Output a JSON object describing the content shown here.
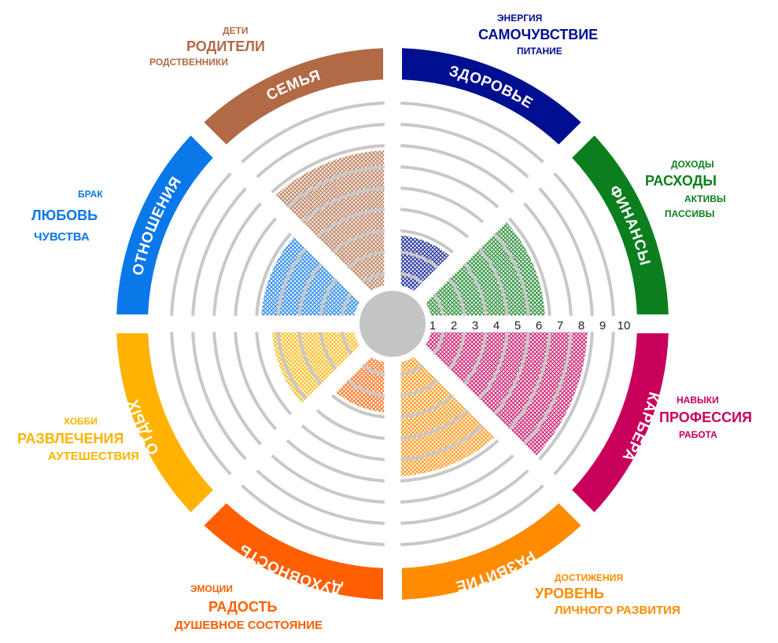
{
  "title": "Колесо жизненного баланса",
  "center_color": "#c4c4c4",
  "ring_color": "#c8c8c8",
  "scale": {
    "min": 1,
    "max": 10,
    "labels": [
      "1",
      "2",
      "3",
      "4",
      "5",
      "6",
      "7",
      "8",
      "9",
      "10"
    ]
  },
  "chart_data": {
    "type": "polar-area",
    "scale_range": [
      0,
      10
    ],
    "categories": [
      "ЗДОРОВЬЕ",
      "ФИНАНСЫ",
      "КАРЬЕРА",
      "РАЗВИТИЕ",
      "ДУХОВНОСТЬ",
      "ОТДЫХ",
      "ОТНОШЕНИЯ",
      "СЕМЬЯ"
    ],
    "values": [
      4,
      7,
      9,
      7,
      4,
      5.5,
      6,
      8
    ]
  },
  "sectors": [
    {
      "id": "health",
      "label": "ЗДОРОВЬЕ",
      "color": "#000f8f",
      "value": 4,
      "keywords": [
        {
          "text": "ЭНЕРГИЯ",
          "size": "small"
        },
        {
          "text": "САМОЧУВСТВИЕ",
          "size": "big"
        },
        {
          "text": "ПИТАНИЕ",
          "size": "small"
        }
      ]
    },
    {
      "id": "finances",
      "label": "ФИНАНСЫ",
      "color": "#0b7f1d",
      "value": 7,
      "keywords": [
        {
          "text": "ДОХОДЫ",
          "size": "small"
        },
        {
          "text": "РАСХОДЫ",
          "size": "big"
        },
        {
          "text": "АКТИВЫ",
          "size": "small"
        },
        {
          "text": "ПАССИВЫ",
          "size": "small"
        }
      ]
    },
    {
      "id": "career",
      "label": "КАРЬЕРА",
      "color": "#c8005c",
      "value": 9,
      "keywords": [
        {
          "text": "НАВЫКИ",
          "size": "small"
        },
        {
          "text": "ПРОФЕССИЯ",
          "size": "big"
        },
        {
          "text": "РАБОТА",
          "size": "small"
        }
      ]
    },
    {
      "id": "development",
      "label": "РАЗВИТИЕ",
      "color": "#ff8c00",
      "value": 7,
      "keywords": [
        {
          "text": "ДОСТИЖЕНИЯ",
          "size": "small"
        },
        {
          "text": "УРОВЕНЬ",
          "size": "big"
        },
        {
          "text": "ЛИЧНОГО РАЗВИТИЯ",
          "size": "big2"
        }
      ]
    },
    {
      "id": "spirituality",
      "label": "ДУХОВНОСТЬ",
      "color": "#ff5f00",
      "value": 4,
      "keywords": [
        {
          "text": "ЭМОЦИИ",
          "size": "small"
        },
        {
          "text": "РАДОСТЬ",
          "size": "big"
        },
        {
          "text": "ДУШЕВНОЕ СОСТОЯНИЕ",
          "size": "big2"
        }
      ]
    },
    {
      "id": "leisure",
      "label": "ОТДЫХ",
      "color": "#ffb300",
      "value": 5.5,
      "keywords": [
        {
          "text": "ХОББИ",
          "size": "small"
        },
        {
          "text": "РАЗВЛЕЧЕНИЯ",
          "size": "big"
        },
        {
          "text": "АУТЕШЕСТВИЯ",
          "size": "big2"
        }
      ]
    },
    {
      "id": "relationships",
      "label": "ОТНОШЕНИЯ",
      "color": "#0a78e8",
      "value": 6,
      "keywords": [
        {
          "text": "БРАК",
          "size": "small"
        },
        {
          "text": "ЛЮБОВЬ",
          "size": "big"
        },
        {
          "text": "ЧУВСТВА",
          "size": "big2"
        }
      ]
    },
    {
      "id": "family",
      "label": "СЕМЬЯ",
      "color": "#b16a45",
      "value": 8,
      "keywords": [
        {
          "text": "ДЕТИ",
          "size": "small"
        },
        {
          "text": "РОДИТЕЛИ",
          "size": "big"
        },
        {
          "text": "РОДСТВЕННИКИ",
          "size": "small"
        }
      ]
    }
  ]
}
